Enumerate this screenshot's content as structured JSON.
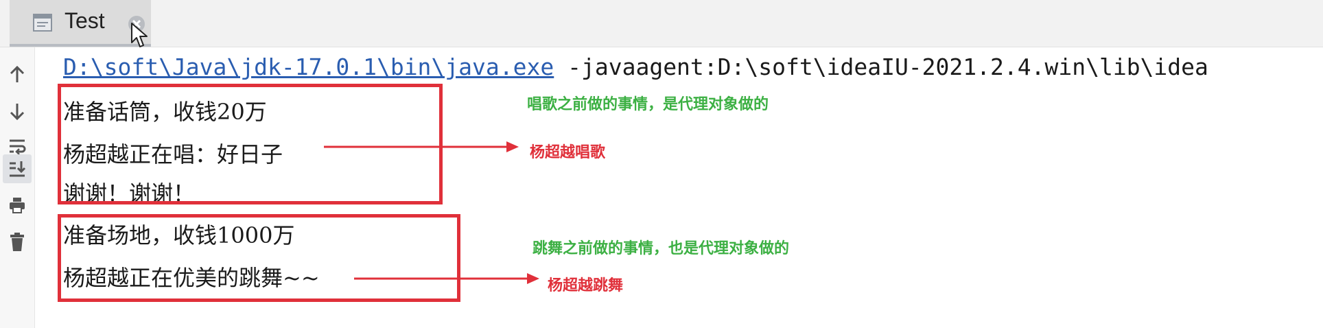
{
  "tab": {
    "title": "Test"
  },
  "toolbar": {
    "icons": [
      "up-arrow-icon",
      "down-arrow-icon",
      "soft-wrap-icon",
      "scroll-to-end-icon",
      "print-icon",
      "trash-icon"
    ]
  },
  "console": {
    "command_path": "D:\\soft\\Java\\jdk-17.0.1\\bin\\java.exe",
    "command_args": " -javaagent:D:\\soft\\ideaIU-2021.2.4.win\\lib\\idea",
    "lines": [
      "准备话筒，收钱20万",
      "杨超越正在唱：好日子",
      "谢谢！谢谢！",
      "准备场地，收钱1000万",
      "杨超越正在优美的跳舞~~"
    ]
  },
  "annotations": {
    "sing_proxy_note": "唱歌之前做的事情，是代理对象做的",
    "sing_label": "杨超越唱歌",
    "dance_proxy_note": "跳舞之前做的事情，也是代理对象做的",
    "dance_label": "杨超越跳舞"
  },
  "colors": {
    "box": "#e0303a",
    "green_note": "#3cb043",
    "red_note": "#e0303a",
    "link": "#2a5db0"
  }
}
